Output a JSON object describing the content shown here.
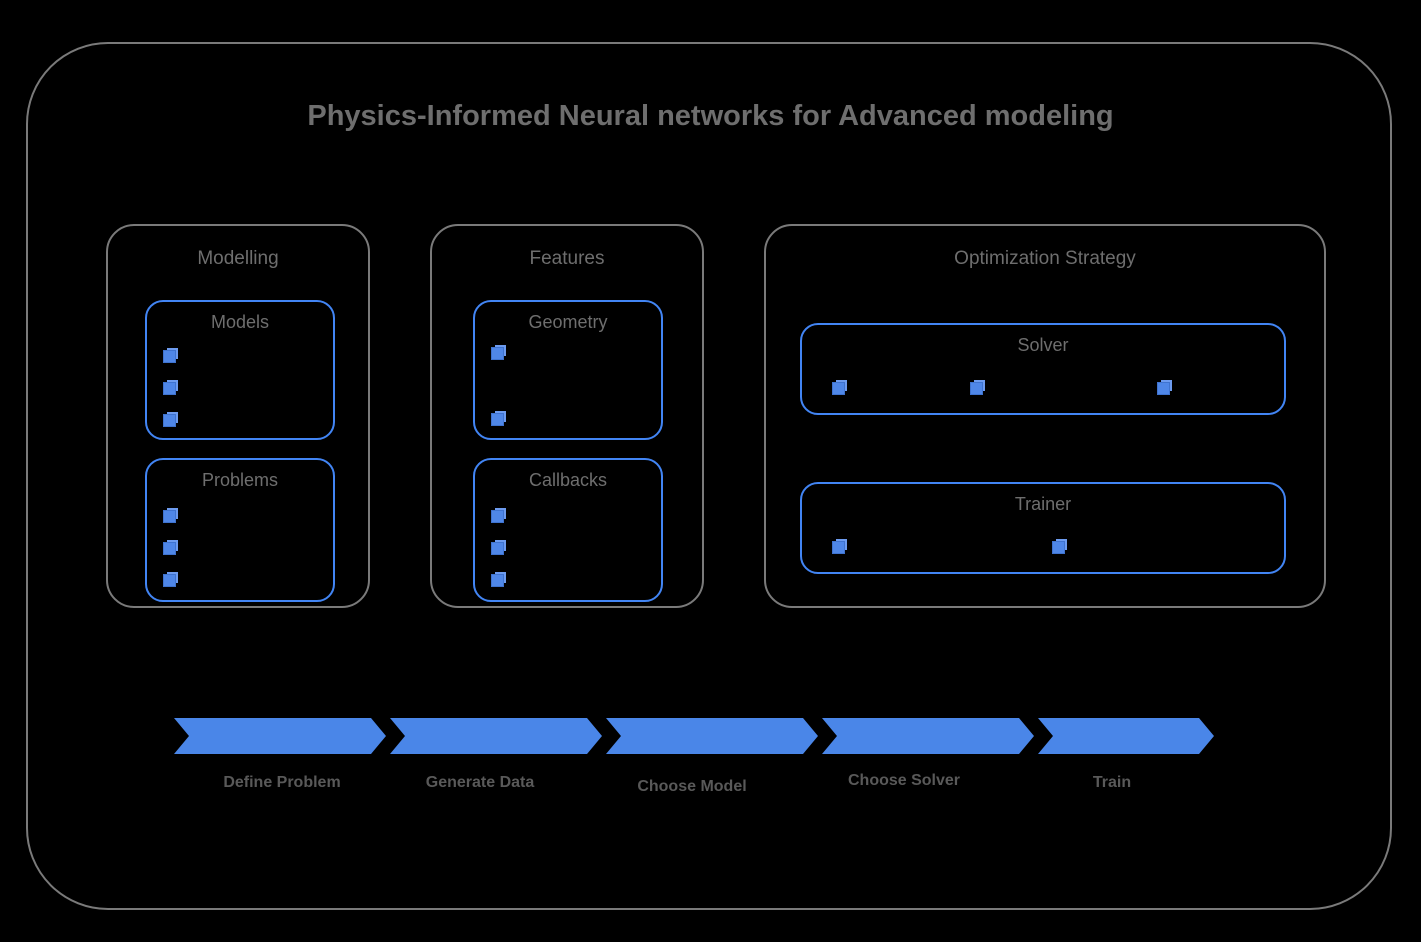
{
  "diagram": {
    "title": "Physics-Informed Neural networks for Advanced modeling",
    "accent_color": "#4a86e8",
    "frame_color": "#7a7a7a",
    "text_color": "#6e6e6e"
  },
  "groups": [
    {
      "id": "modelling",
      "title": "Modelling",
      "boxes": [
        {
          "id": "models",
          "title": "Models",
          "marker_count": 3,
          "marker_layout": "vertical"
        },
        {
          "id": "problems",
          "title": "Problems",
          "marker_count": 3,
          "marker_layout": "vertical"
        }
      ]
    },
    {
      "id": "features",
      "title": "Features",
      "boxes": [
        {
          "id": "geometry",
          "title": "Geometry",
          "marker_count": 2,
          "marker_layout": "vertical"
        },
        {
          "id": "callbacks",
          "title": "Callbacks",
          "marker_count": 3,
          "marker_layout": "vertical"
        }
      ]
    },
    {
      "id": "optimization",
      "title": "Optimization Strategy",
      "boxes": [
        {
          "id": "solver",
          "title": "Solver",
          "marker_count": 3,
          "marker_layout": "horizontal"
        },
        {
          "id": "trainer",
          "title": "Trainer",
          "marker_count": 2,
          "marker_layout": "horizontal"
        }
      ]
    }
  ],
  "pipeline": {
    "steps": [
      {
        "label": "Define Problem"
      },
      {
        "label": "Generate Data"
      },
      {
        "label": "Choose Model"
      },
      {
        "label": "Choose Solver"
      },
      {
        "label": "Train"
      }
    ]
  }
}
